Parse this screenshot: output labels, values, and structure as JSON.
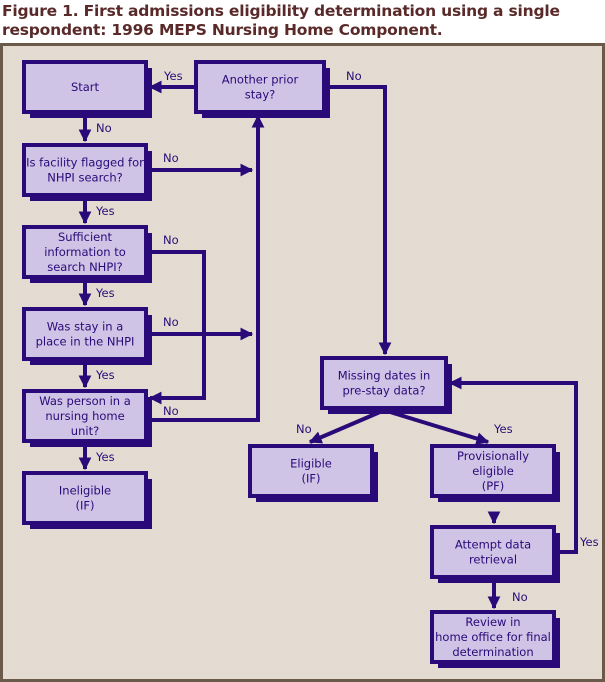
{
  "figure": {
    "caption_line1": "Figure 1.  First admissions eligibility determination using a single",
    "caption_line2": "respondent:  1996 MEPS Nursing Home Component."
  },
  "colors": {
    "box_fill": "#cfc3e6",
    "box_border": "#2a0a78",
    "text": "#2a0a78",
    "caption": "#5a2a2a",
    "background": "#ddd4c8"
  },
  "nodes": [
    {
      "id": "start",
      "lines": [
        "Start"
      ]
    },
    {
      "id": "another-prior-stay",
      "lines": [
        "Another prior",
        "stay?"
      ]
    },
    {
      "id": "facility-flagged",
      "lines": [
        "Is facility flagged for",
        "NHPI search?"
      ]
    },
    {
      "id": "sufficient-info",
      "lines": [
        "Sufficient",
        "information to",
        "search NHPI?"
      ]
    },
    {
      "id": "stay-in-nhpi",
      "lines": [
        "Was stay in a",
        "place in the NHPI"
      ]
    },
    {
      "id": "nursing-home-unit",
      "lines": [
        "Was person in a",
        "nursing home",
        "unit?"
      ]
    },
    {
      "id": "ineligible",
      "lines": [
        "Ineligible",
        "(IF)"
      ]
    },
    {
      "id": "missing-dates",
      "lines": [
        "Missing dates in",
        "pre-stay data?"
      ]
    },
    {
      "id": "eligible",
      "lines": [
        "Eligible",
        "(IF)"
      ]
    },
    {
      "id": "provisionally-eligible",
      "lines": [
        "Provisionally",
        "eligible",
        "(PF)"
      ]
    },
    {
      "id": "attempt-retrieval",
      "lines": [
        "Attempt data",
        "retrieval"
      ]
    },
    {
      "id": "review-home-office",
      "lines": [
        "Review in",
        "home office for final",
        "determination"
      ]
    }
  ],
  "edges": [
    {
      "from": "another-prior-stay",
      "to": "start",
      "label": "Yes"
    },
    {
      "from": "another-prior-stay",
      "to": "missing-dates",
      "label": "No"
    },
    {
      "from": "start",
      "to": "facility-flagged",
      "label": "No"
    },
    {
      "from": "facility-flagged",
      "to": "another-prior-stay",
      "label": "No"
    },
    {
      "from": "facility-flagged",
      "to": "sufficient-info",
      "label": "Yes"
    },
    {
      "from": "sufficient-info",
      "to": "nursing-home-unit",
      "label": "No"
    },
    {
      "from": "sufficient-info",
      "to": "stay-in-nhpi",
      "label": "Yes"
    },
    {
      "from": "stay-in-nhpi",
      "to": "another-prior-stay",
      "label": "No"
    },
    {
      "from": "stay-in-nhpi",
      "to": "nursing-home-unit",
      "label": "Yes"
    },
    {
      "from": "nursing-home-unit",
      "to": "another-prior-stay",
      "label": "No"
    },
    {
      "from": "nursing-home-unit",
      "to": "ineligible",
      "label": "Yes"
    },
    {
      "from": "missing-dates",
      "to": "eligible",
      "label": "No"
    },
    {
      "from": "missing-dates",
      "to": "provisionally-eligible",
      "label": "Yes"
    },
    {
      "from": "provisionally-eligible",
      "to": "attempt-retrieval",
      "label": ""
    },
    {
      "from": "attempt-retrieval",
      "to": "missing-dates",
      "label": "Yes"
    },
    {
      "from": "attempt-retrieval",
      "to": "review-home-office",
      "label": "No"
    }
  ]
}
